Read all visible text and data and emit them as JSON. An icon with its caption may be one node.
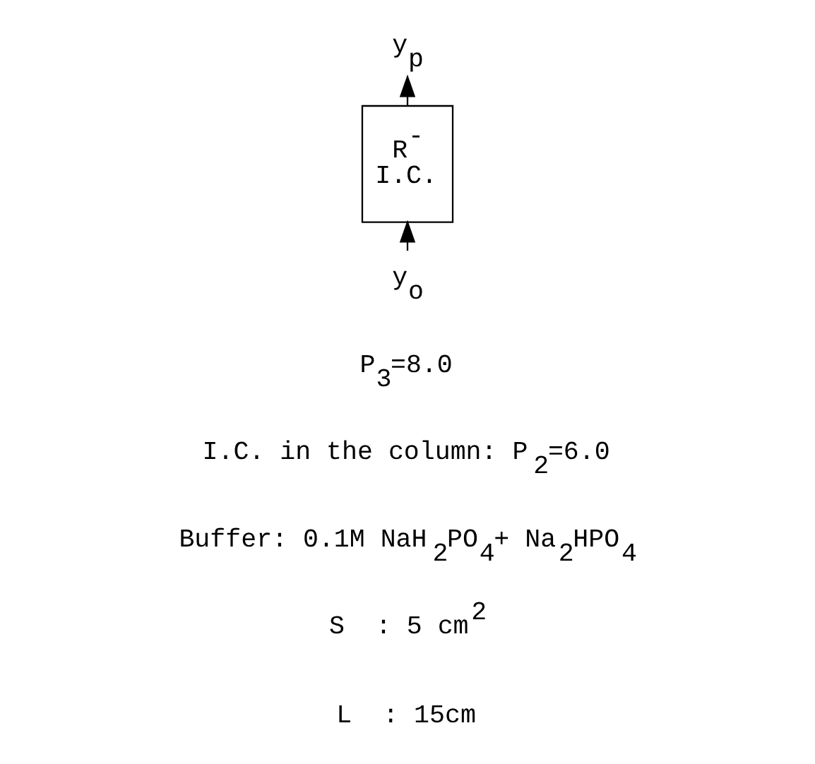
{
  "diagram": {
    "nodes": [
      {
        "text": [
          "y$_{p}$"
        ]
      },
      {
        "text": [
          "R$^{-}$",
          "I.C."
        ]
      },
      {
        "text": [
          "y$_{o}$"
        ]
      }
    ],
    "edges": [
      {
        "from": 2,
        "to": 1,
        "arrow": "to"
      },
      {
        "from": 1,
        "to": 0,
        "arrow": "to"
      }
    ],
    "labels": [
      "P$_{3}$=8.0",
      "I.C. in the column: P$_{2}$=6.0",
      "Buffer: 0.1M NaH$_{2}$PO$_{4}$+ Na$_{2}$HPO$_{4}$",
      "S  : 5 cm$^{2}$",
      "L  : 15cm"
    ]
  }
}
